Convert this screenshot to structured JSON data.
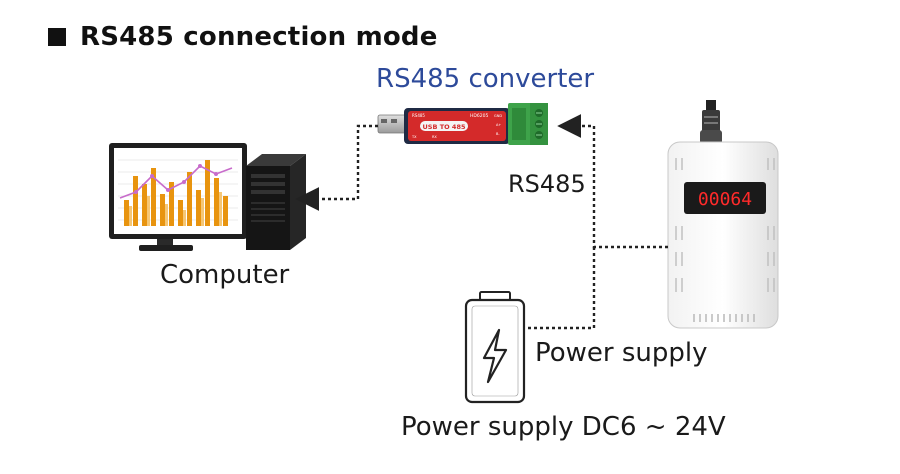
{
  "title": "RS485 connection mode",
  "labels": {
    "converter": "RS485 converter",
    "computer": "Computer",
    "rs485": "RS485",
    "power_supply": "Power supply",
    "power_supply_dc": "Power supply DC6 ~ 24V"
  },
  "converter_markings": {
    "brand": "RS485",
    "model": "HD6205",
    "main": "USB TO 485",
    "gnd": "GND",
    "a": "A+",
    "b": "B-",
    "rx": "RX",
    "tx": "TX"
  },
  "sensor_display": "00064",
  "colors": {
    "converter_body": "#d42a2a",
    "terminal_block": "#3ea34a",
    "display_digits": "#ff2a2a",
    "connector_line": "#222222",
    "chart_bar": "#e8940f",
    "chart_line": "#c86ccb"
  }
}
